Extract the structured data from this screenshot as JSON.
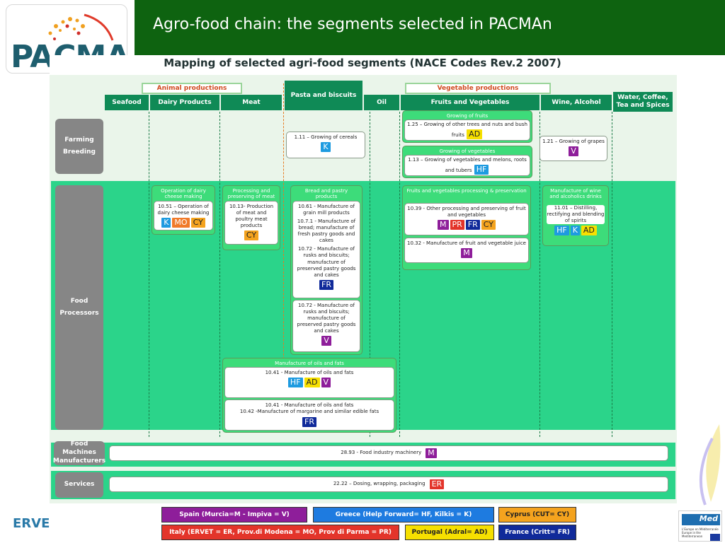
{
  "slide": {
    "title": "Agro-food chain: the segments selected in PACMAn",
    "logo_text": "PACMAn"
  },
  "map": {
    "title": "Mapping of selected agri-food segments (NACE Codes Rev.2 2007)",
    "groups": {
      "animal": "Animal productions",
      "vegetable": "Vegetable productions"
    },
    "columns": [
      "Seafood",
      "Dairy Products",
      "Meat",
      "Pasta and biscuits",
      "Oil",
      "Fruits and Vegetables",
      "Wine, Alcohol",
      "Water, Coffee, Tea and Spices"
    ],
    "rows": {
      "farming": "Farming Breeding",
      "processors": "Food Processors",
      "machines": "Food Machines Manufacturers",
      "services": "Services"
    },
    "farming": {
      "fruits_title": "Growing of fruits",
      "fruits_text": "1.25 – Growing of other trees and nuts and bush fruits",
      "fruits_tags": [
        "AD"
      ],
      "veg_title": "Growing of vegetables",
      "veg_text": "1.13 – Growing of vegetables and melons, roots and tubers",
      "veg_tags": [
        "HF"
      ],
      "cereals_text": "1.11 – Growing of cereals",
      "cereals_tags": [
        "K"
      ],
      "grapes_text": "1.21 – Growing of grapes",
      "grapes_tags": [
        "V"
      ]
    },
    "processors": {
      "dairy_title": "Operation of dairy cheese making",
      "dairy_text": "10.51 – Operation of dairy cheese making",
      "dairy_tags": [
        "K",
        "MO",
        "CY"
      ],
      "meat_title": "Processing and preserving of meat",
      "meat_text": "10.13- Production of meat and poultry meat products",
      "meat_tags": [
        "CY"
      ],
      "bread_title": "Bread and pastry products",
      "bread_text1": "10.61 - Manufacture of grain mill products",
      "bread_text2": "10.7.1 - Manufacture of bread; manufacture of fresh pastry goods and cakes",
      "bread_text3": "10.72 - Manufacture of rusks and biscuits; manufacture of preserved pastry goods and cakes",
      "bread_tags1": [
        "FR"
      ],
      "bread_text4": "10.72 - Manufacture of rusks and biscuits; manufacture of preserved pastry goods and cakes",
      "bread_tags2": [
        "V"
      ],
      "fv_title": "Fruits and vegetables processing & preservation",
      "fv_text1": "10.39 - Other processing and preserving of fruit and vegetables",
      "fv_tags1": [
        "M",
        "PR",
        "FR",
        "CY"
      ],
      "fv_text2": "10.32 - Manufacture of fruit and vegetable juice",
      "fv_tags2": [
        "M"
      ],
      "wine_title": "Manufacture of wine and alcoholics drinks",
      "wine_text": "11.01 – Distilling, rectifying and blending of spirits",
      "wine_tags": [
        "HF",
        "K",
        "AD"
      ],
      "oils_title": "Manufacture of oils and fats",
      "oils_text1": "10.41 - Manufacture of oils and fats",
      "oils_tags1": [
        "HF",
        "AD",
        "V"
      ],
      "oils_text2": "10.41 - Manufacture of oils and fats",
      "oils_text3": "10.42 -Manufacture of margarine and similar edible fats",
      "oils_tags2": [
        "FR"
      ]
    },
    "machines_text": "28.93 - Food industry machinery",
    "machines_tags": [
      "M"
    ],
    "services_text": "22.22 – Dosing, wrapping, packaging",
    "services_tags": [
      "ER"
    ]
  },
  "legend": [
    {
      "label": "Spain (Murcia=M - Impiva = V)",
      "color": "#8e1e9a",
      "text_color": "#ffffff"
    },
    {
      "label": "Greece (Help Forward= HF, Kilkis = K)",
      "color": "#1e7be0",
      "text_color": "#ffffff"
    },
    {
      "label": "Cyprus (CUT= CY)",
      "color": "#f4a31e",
      "text_color": "#222222"
    },
    {
      "label": "Italy (ERVET = ER, Prov.di Modena = MO, Prov di Parma = PR)",
      "color": "#e3342a",
      "text_color": "#ffffff"
    },
    {
      "label": "Portugal (Adral= AD)",
      "color": "#f6e000",
      "text_color": "#222222"
    },
    {
      "label": "France (Critt= FR)",
      "color": "#102a9a",
      "text_color": "#ffffff"
    }
  ],
  "footer": {
    "erve": "ERVE",
    "med": "Med",
    "med_text": "L'Europe en Méditerranée Europe in the Mediterranean"
  },
  "icons": [
    "globe-logo",
    "eu-flag"
  ]
}
